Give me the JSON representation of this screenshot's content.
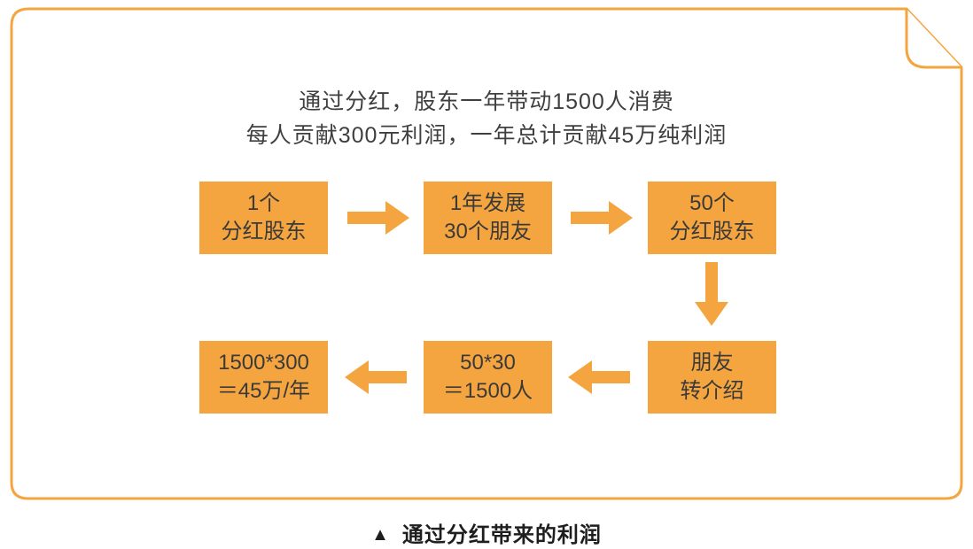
{
  "colors": {
    "accent": "#F5A53F",
    "box_text": "#3a3a3a",
    "caption_text": "#1e1e1e"
  },
  "header": {
    "line1": "通过分红，股东一年带动1500人消费",
    "line2": "每人贡献300元利润，一年总计贡献45万纯利润"
  },
  "flow": {
    "box1": {
      "line1": "1个",
      "line2": "分红股东"
    },
    "box2": {
      "line1": "1年发展",
      "line2": "30个朋友"
    },
    "box3": {
      "line1": "50个",
      "line2": "分红股东"
    },
    "box4": {
      "line1": "朋友",
      "line2": "转介绍"
    },
    "box5": {
      "line1": "50*30",
      "line2": "＝1500人"
    },
    "box6": {
      "line1": "1500*300",
      "line2": "＝45万/年"
    }
  },
  "icons": {
    "arrow_right": "arrow-right-icon",
    "arrow_down": "arrow-down-icon",
    "arrow_left": "arrow-left-icon",
    "fold_corner": "page-fold-corner-icon"
  },
  "caption": {
    "marker": "▲",
    "text": "通过分红带来的利润"
  }
}
